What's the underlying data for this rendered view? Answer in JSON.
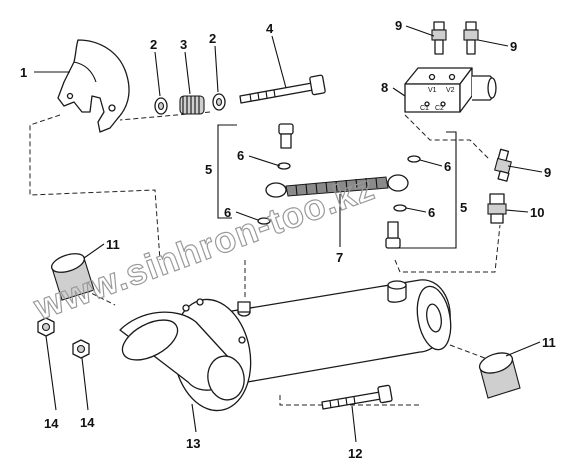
{
  "diagram": {
    "callouts": [
      {
        "id": "c1",
        "label": "1"
      },
      {
        "id": "c2a",
        "label": "2"
      },
      {
        "id": "c3",
        "label": "3"
      },
      {
        "id": "c2b",
        "label": "2"
      },
      {
        "id": "c4",
        "label": "4"
      },
      {
        "id": "c9a",
        "label": "9"
      },
      {
        "id": "c9b",
        "label": "9"
      },
      {
        "id": "c8",
        "label": "8"
      },
      {
        "id": "c5a",
        "label": "5"
      },
      {
        "id": "c6a",
        "label": "6"
      },
      {
        "id": "c6b",
        "label": "6"
      },
      {
        "id": "c6c",
        "label": "6"
      },
      {
        "id": "c6d",
        "label": "6"
      },
      {
        "id": "c9c",
        "label": "9"
      },
      {
        "id": "c5b",
        "label": "5"
      },
      {
        "id": "c10",
        "label": "10"
      },
      {
        "id": "c7",
        "label": "7"
      },
      {
        "id": "c11a",
        "label": "11"
      },
      {
        "id": "c11b",
        "label": "11"
      },
      {
        "id": "c14a",
        "label": "14"
      },
      {
        "id": "c14b",
        "label": "14"
      },
      {
        "id": "c13",
        "label": "13"
      },
      {
        "id": "c12",
        "label": "12"
      }
    ],
    "block_marks": {
      "v1": "V1",
      "v2": "V2",
      "c1": "C1",
      "c2": "C2"
    },
    "watermark": "www.sinhron-too.kz"
  }
}
